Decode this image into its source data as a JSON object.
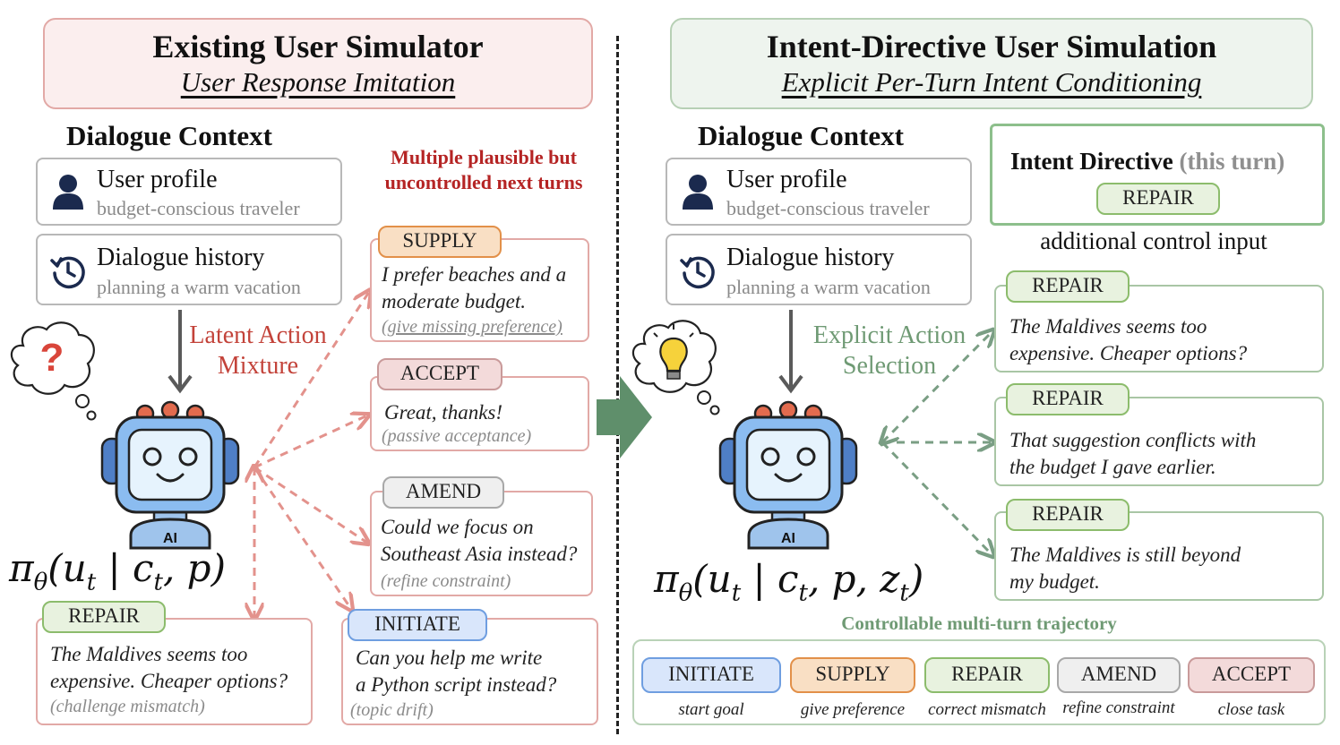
{
  "left": {
    "title": "Existing User Simulator",
    "subtitle": "User Response Imitation",
    "context_title": "Dialogue Context",
    "profile_label": "User profile",
    "profile_value": "budget-conscious traveler",
    "history_label": "Dialogue history",
    "history_value": "planning a warm vacation",
    "note_line1": "Multiple plausible but",
    "note_line2": "uncontrolled next turns",
    "mixture_line1": "Latent Action",
    "mixture_line2": "Mixture",
    "formula": "πθ(ut | ct, p)",
    "cards": [
      {
        "tag": "SUPPLY",
        "line1": "I prefer beaches and a",
        "line2": "moderate budget.",
        "note": "(give missing preference)"
      },
      {
        "tag": "ACCEPT",
        "line1": "Great, thanks!",
        "line2": "",
        "note": "(passive acceptance)"
      },
      {
        "tag": "AMEND",
        "line1": "Could we focus on",
        "line2": "Southeast Asia instead?",
        "note": "(refine constraint)"
      },
      {
        "tag": "REPAIR",
        "line1": "The Maldives seems too",
        "line2": "expensive. Cheaper options?",
        "note": "(challenge mismatch)"
      },
      {
        "tag": "INITIATE",
        "line1": "Can you help me write",
        "line2": "a Python script instead?",
        "note": "(topic drift)"
      }
    ]
  },
  "right": {
    "title": "Intent-Directive User Simulation",
    "subtitle": "Explicit Per-Turn Intent Conditioning",
    "context_title": "Dialogue Context",
    "profile_label": "User profile",
    "profile_value": "budget-conscious traveler",
    "history_label": "Dialogue history",
    "history_value": "planning a warm vacation",
    "intent_title": "Intent Directive",
    "intent_suffix": "(this turn)",
    "intent_tag": "REPAIR",
    "control_caption": "additional control input",
    "selection_line1": "Explicit Action",
    "selection_line2": "Selection",
    "formula": "πθ(ut | ct, p, zt)",
    "cards": [
      {
        "tag": "REPAIR",
        "line1": "The Maldives seems too",
        "line2": "expensive. Cheaper options?"
      },
      {
        "tag": "REPAIR",
        "line1": "That suggestion conflicts with",
        "line2": "the budget I gave earlier."
      },
      {
        "tag": "REPAIR",
        "line1": "The Maldives is still beyond",
        "line2": "my budget."
      }
    ],
    "trajectory_title": "Controllable multi-turn trajectory",
    "legend": [
      {
        "tag": "INITIATE",
        "caption": "start goal"
      },
      {
        "tag": "SUPPLY",
        "caption": "give preference"
      },
      {
        "tag": "REPAIR",
        "caption": "correct mismatch"
      },
      {
        "tag": "AMEND",
        "caption": "refine constraint"
      },
      {
        "tag": "ACCEPT",
        "caption": "close task"
      }
    ]
  },
  "colors": {
    "red": "#c3433a",
    "green": "#6f9a74",
    "arrow_red": "#e3928c",
    "arrow_green": "#7a9e84",
    "big_arrow": "#5f8f6b"
  },
  "icons": [
    "user-icon",
    "history-icon",
    "question-bubble-icon",
    "lightbulb-bubble-icon",
    "robot-icon",
    "transition-arrow-icon"
  ]
}
